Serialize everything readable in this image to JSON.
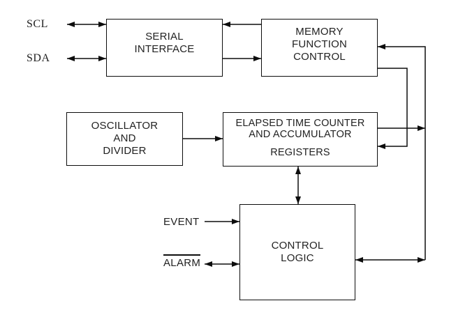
{
  "diagram": {
    "title": "elapsed-time-counter-block-diagram",
    "colors": {
      "background": "#ffffff",
      "line": "#0d0d0d",
      "text": "#222222"
    },
    "pins": {
      "scl": "SCL",
      "sda": "SDA",
      "event": "EVENT",
      "alarm": "ALARM",
      "alarm_active_low": "true"
    },
    "blocks": {
      "serial_interface": {
        "lines": [
          "SERIAL",
          "INTERFACE"
        ]
      },
      "memory_function_control": {
        "lines": [
          "MEMORY",
          "FUNCTION",
          "CONTROL"
        ]
      },
      "oscillator_divider": {
        "lines": [
          "OSCILLATOR",
          "AND",
          "DIVIDER"
        ]
      },
      "elapsed_time_counter": {
        "lines": [
          "ELAPSED TIME COUNTER",
          "AND ACCUMULATOR",
          "REGISTERS"
        ]
      },
      "control_logic": {
        "lines": [
          "CONTROL",
          "LOGIC"
        ]
      }
    },
    "connections": [
      {
        "from": "SCL",
        "to": "serial_interface",
        "type": "bidirectional"
      },
      {
        "from": "SDA",
        "to": "serial_interface",
        "type": "bidirectional"
      },
      {
        "from": "memory_function_control",
        "to": "serial_interface",
        "type": "single"
      },
      {
        "from": "serial_interface",
        "to": "memory_function_control",
        "type": "single"
      },
      {
        "from": "oscillator_divider",
        "to": "elapsed_time_counter",
        "type": "single"
      },
      {
        "from": "memory_function_control",
        "to": "elapsed_time_counter",
        "type": "single"
      },
      {
        "from": "elapsed_time_counter",
        "to": "memory_function_control",
        "type": "single-via-bus"
      },
      {
        "from": "elapsed_time_counter",
        "to": "control_logic",
        "type": "bidirectional"
      },
      {
        "from": "control_logic",
        "to": "bus",
        "type": "bidirectional"
      },
      {
        "from": "EVENT",
        "to": "control_logic",
        "type": "single"
      },
      {
        "from": "ALARM",
        "to": "control_logic",
        "type": "bidirectional"
      }
    ]
  }
}
